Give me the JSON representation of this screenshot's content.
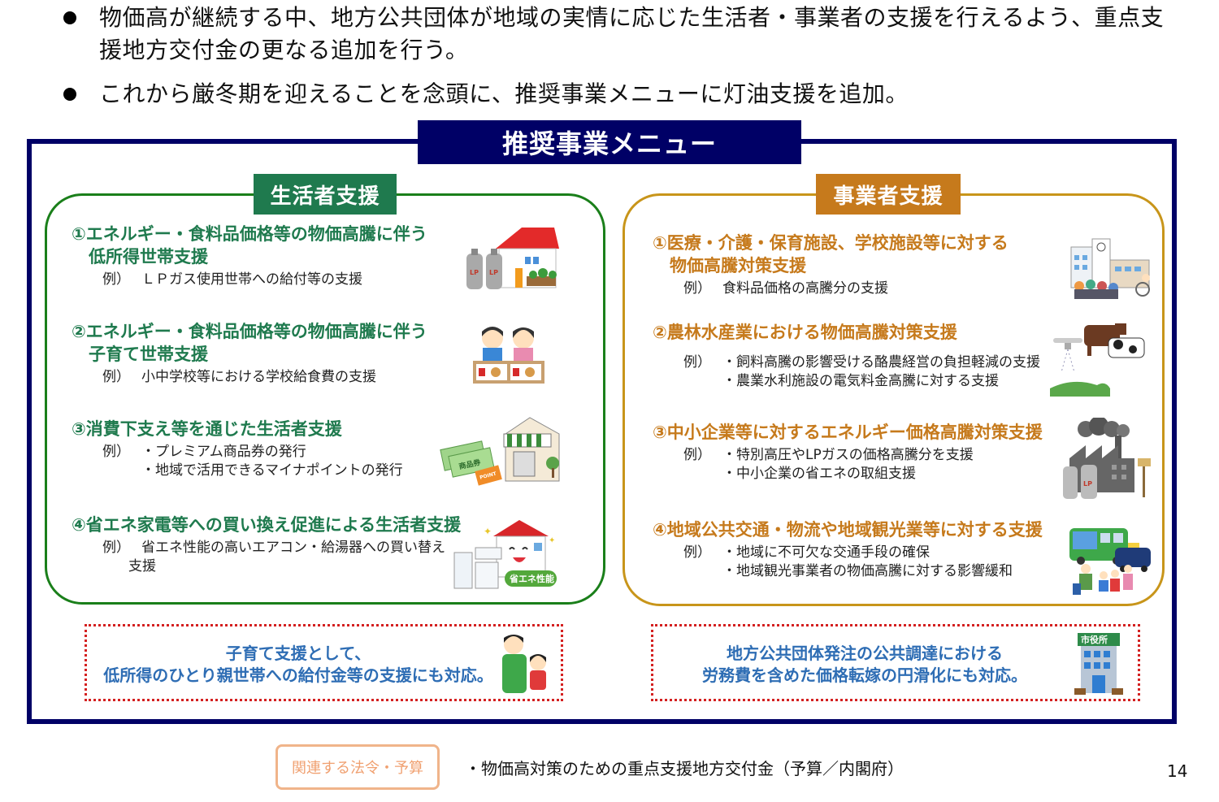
{
  "bullets": [
    "物価高が継続する中、地方公共団体が地域の実情に応じた生活者・事業者の支援を行えるよう、重点支援地方交付金の更なる追加を行う。",
    "これから厳冬期を迎えることを念頭に、推奨事業メニューに灯油支援を追加。"
  ],
  "menu": {
    "title": "推奨事業メニュー",
    "consumer": {
      "tag": "生活者支援",
      "items": [
        {
          "title_line1": "①エネルギー・食料品価格等の物価高騰に伴う",
          "title_line2": "低所得世帯支援",
          "example_label": "例）",
          "examples": [
            "ＬＰガス使用世帯への給付等の支援"
          ],
          "icon": "house-lp-gas-icon"
        },
        {
          "title_line1": "②エネルギー・食料品価格等の物価高騰に伴う",
          "title_line2": "子育て世帯支援",
          "example_label": "例）",
          "examples": [
            "小中学校等における学校給食費の支援"
          ],
          "icon": "school-lunch-children-icon"
        },
        {
          "title_line1": "③消費下支え等を通じた生活者支援",
          "title_line2": "",
          "example_label": "例）",
          "examples": [
            "・プレミアム商品券の発行",
            "・地域で活用できるマイナポイントの発行"
          ],
          "icon": "shop-voucher-icon"
        },
        {
          "title_line1": "④省エネ家電等への買い換え促進による生活者支援",
          "title_line2": "",
          "example_label": "例）",
          "examples": [
            "省エネ性能の高いエアコン・給湯器への買い替え",
            "支援"
          ],
          "icon": "energy-saving-appliance-icon",
          "icon_badge": "省エネ性能"
        }
      ]
    },
    "business": {
      "tag": "事業者支援",
      "items": [
        {
          "title_line1": "①医療・介護・保育施設、学校施設等に対する",
          "title_line2": "物価高騰対策支援",
          "example_label": "例）",
          "examples": [
            "食料品価格の高騰分の支援"
          ],
          "icon": "hospital-care-facility-icon"
        },
        {
          "title_line1": "②農林水産業における物価高騰対策支援",
          "title_line2": "",
          "example_label": "例）",
          "examples": [
            "・飼料高騰の影響受ける酪農経営の負担軽減の支援",
            "・農業水利施設の電気料金高騰に対する支援"
          ],
          "icon": "cattle-drone-farm-icon"
        },
        {
          "title_line1": "③中小企業等に対するエネルギー価格高騰対策支援",
          "title_line2": "",
          "example_label": "例）",
          "examples": [
            "・特別高圧やLPガスの価格高騰分を支援",
            "・中小企業の省エネの取組支援"
          ],
          "icon": "factory-lp-gas-icon"
        },
        {
          "title_line1": "④地域公共交通・物流や地域観光業等に対する支援",
          "title_line2": "",
          "example_label": "例）",
          "examples": [
            "・地域に不可欠な交通手段の確保",
            "・地域観光事業者の物価高騰に対する影響緩和"
          ],
          "icon": "bus-taxi-tourists-icon"
        }
      ]
    },
    "notes": {
      "left": {
        "line1": "子育て支援として、",
        "line2": "低所得のひとり親世帯への給付金等の支援にも対応。",
        "icon": "parent-child-icon"
      },
      "right": {
        "line1": "地方公共団体発注の公共調達における",
        "line2": "労務費を含めた価格転嫁の円滑化にも対応。",
        "icon": "city-hall-icon",
        "icon_label": "市役所"
      }
    }
  },
  "footer": {
    "badge": "関連する法令・予算",
    "law": "・物価高対策のための重点支援地方交付金（予算／内閣府）",
    "page_number": "14"
  },
  "colors": {
    "navy": "#000066",
    "consumer_green": "#1f7a4e",
    "consumer_border": "#1a7f1a",
    "business_orange": "#c67a1c",
    "business_border": "#c8951a",
    "note_border": "#d42020",
    "note_text": "#2e6db4",
    "badge_border": "#f0b48a"
  }
}
